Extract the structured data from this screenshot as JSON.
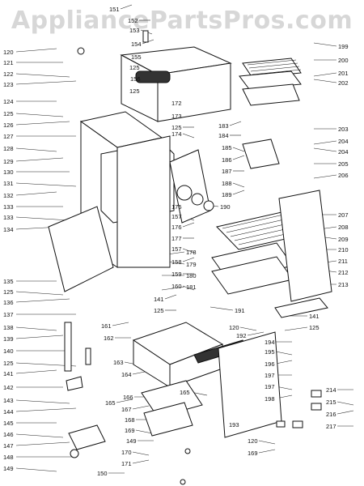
{
  "watermark": "AppliancePartsPros.com",
  "part_numbers": {
    "left": [
      "120",
      "121",
      "122",
      "123",
      "124",
      "125",
      "126",
      "127",
      "128",
      "129",
      "130",
      "131",
      "132",
      "133",
      "133",
      "134",
      "135",
      "125",
      "136",
      "137",
      "138",
      "139",
      "140",
      "125",
      "141",
      "142",
      "143",
      "144",
      "145",
      "146",
      "147",
      "148",
      "149"
    ],
    "top": [
      "151",
      "152",
      "153",
      "154",
      "155",
      "125",
      "156",
      "125",
      "172",
      "173",
      "125",
      "174",
      "183",
      "184",
      "185",
      "186",
      "187",
      "188",
      "189",
      "175",
      "157",
      "176",
      "177",
      "157",
      "158",
      "159",
      "160",
      "141",
      "125"
    ],
    "right": [
      "199",
      "200",
      "201",
      "202",
      "203",
      "204",
      "204",
      "205",
      "206",
      "190",
      "207",
      "208",
      "209",
      "210",
      "211",
      "212",
      "213",
      "178",
      "179",
      "180",
      "181",
      "191",
      "141",
      "125"
    ],
    "bottom": [
      "161",
      "162",
      "163",
      "164",
      "166",
      "165",
      "167",
      "168",
      "169",
      "165",
      "149",
      "170",
      "171",
      "150",
      "120",
      "192",
      "194",
      "195",
      "196",
      "197",
      "197",
      "198",
      "193",
      "120",
      "169",
      "214",
      "215",
      "216",
      "217"
    ]
  }
}
